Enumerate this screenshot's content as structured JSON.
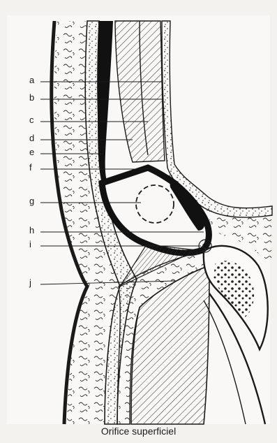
{
  "labels": {
    "a": "a",
    "b": "b",
    "c": "c",
    "d": "d",
    "e": "e",
    "f": "f",
    "g": "g",
    "h": "h",
    "i": "i",
    "j": "j"
  },
  "caption": "Orifice superficiel"
}
